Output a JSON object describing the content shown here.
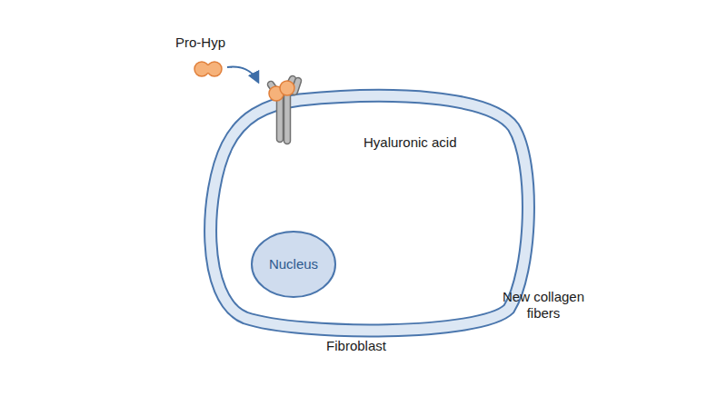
{
  "diagram": {
    "nodes": [
      {
        "text": [
          "Fibroblast"
        ]
      },
      {
        "text": [
          "Nucleus"
        ],
        "in": 0
      }
    ],
    "labels": [
      "Pro-Hyp",
      "Hyaluronic acid",
      "New collagen fibers"
    ]
  }
}
